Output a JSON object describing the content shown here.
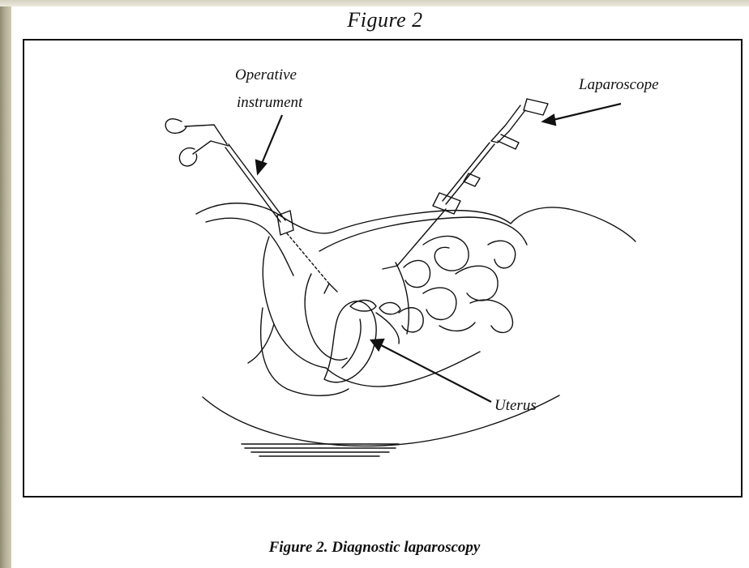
{
  "figure": {
    "title": "Figure 2",
    "caption": "Figure 2. Diagnostic laparoscopy"
  },
  "labels": {
    "operative_instrument_line1": "Operative",
    "operative_instrument_line2": "instrument",
    "laparoscope": "Laparoscope",
    "uterus": "Uterus"
  },
  "colors": {
    "ink": "#111111",
    "paper": "#ffffff",
    "slide_border": "#b3ad95"
  }
}
